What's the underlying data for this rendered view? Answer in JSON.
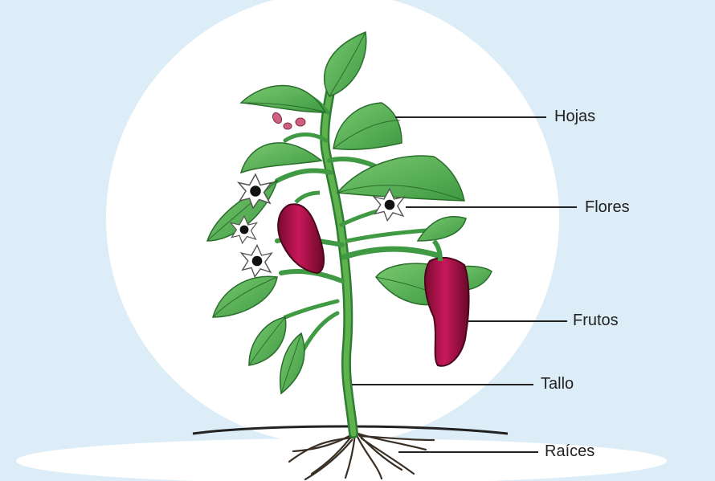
{
  "labels": {
    "hojas": "Hojas",
    "flores": "Flores",
    "frutos": "Frutos",
    "tallo": "Tallo",
    "raices": "Raíces"
  },
  "colors": {
    "background": "#dcedf8",
    "circle": "#ffffff",
    "leaf": "#5cb85c",
    "leaf_dark": "#2f7d32",
    "stem": "#4a9e3f",
    "pepper": "#b0124a",
    "pepper_dark": "#6e0a2c",
    "flower": "#ffffff",
    "root": "#3a2f25"
  }
}
